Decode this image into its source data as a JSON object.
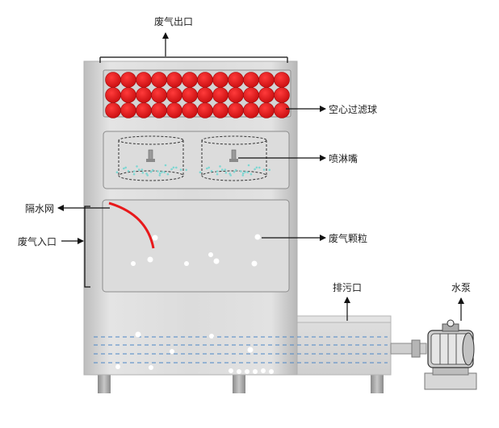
{
  "labels": {
    "exhaust_outlet": "废气出口",
    "hollow_filter_balls": "空心过滤球",
    "spray_nozzle": "喷淋嘴",
    "water_separator_net": "隔水网",
    "exhaust_inlet": "废气入口",
    "exhaust_particles": "废气颗粒",
    "drain_outlet": "排污口",
    "water_pump": "水泵"
  },
  "colors": {
    "tower_body": "#d9d9d9",
    "filter_ball": "#e8191b",
    "separator_net": "#e8191b",
    "water_line": "#4b86c6",
    "spray_droplets": "#7fd6d2",
    "outline": "#8c8c8c"
  },
  "filter_balls": {
    "rows": 3,
    "columns": 12
  }
}
